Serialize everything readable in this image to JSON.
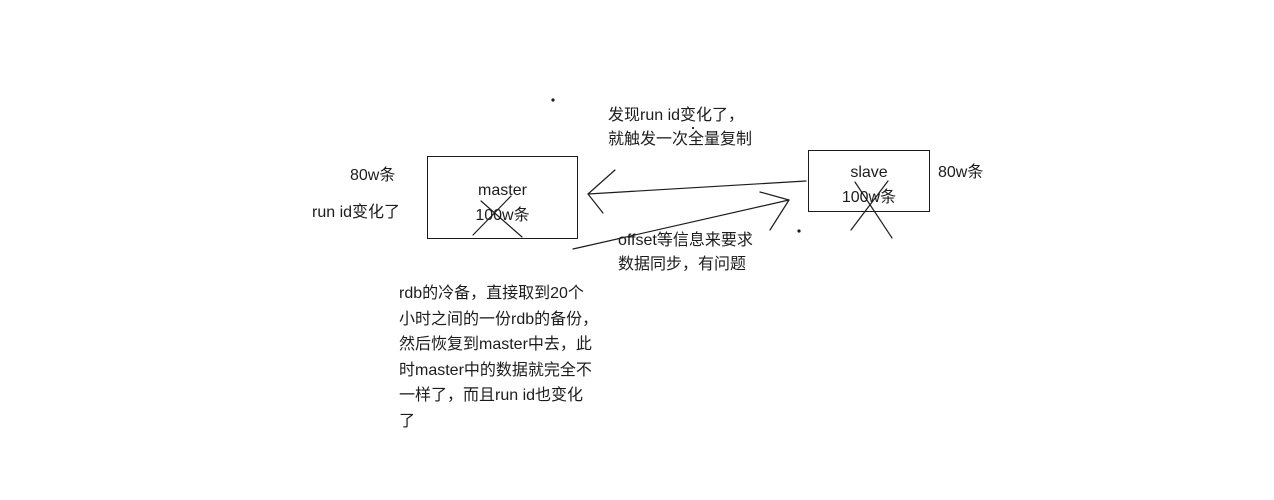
{
  "canvas": {
    "background": "#ffffff",
    "ink": "#1c1c1c"
  },
  "nodes": {
    "master": {
      "label": "master",
      "count": "100w条"
    },
    "slave": {
      "label": "slave",
      "count": "100w条"
    }
  },
  "annotations": {
    "master_left": {
      "count_line": "80w条",
      "runid_line": "run id变化了"
    },
    "slave_right": {
      "count_line": "80w条"
    },
    "full_resync": {
      "line1": "发现run id变化了，",
      "line2": "就触发一次全量复制"
    },
    "offset_sync": {
      "line1": "offset等信息来要求",
      "line2": "数据同步，有问题"
    },
    "rdb_note": {
      "lines": [
        "rdb的冷备，直接取到20个",
        "小时之间的一份rdb的备份，",
        "然后恢复到master中去，此",
        "时master中的数据就完全不",
        "一样了，而且run id也变化",
        "了"
      ]
    }
  }
}
